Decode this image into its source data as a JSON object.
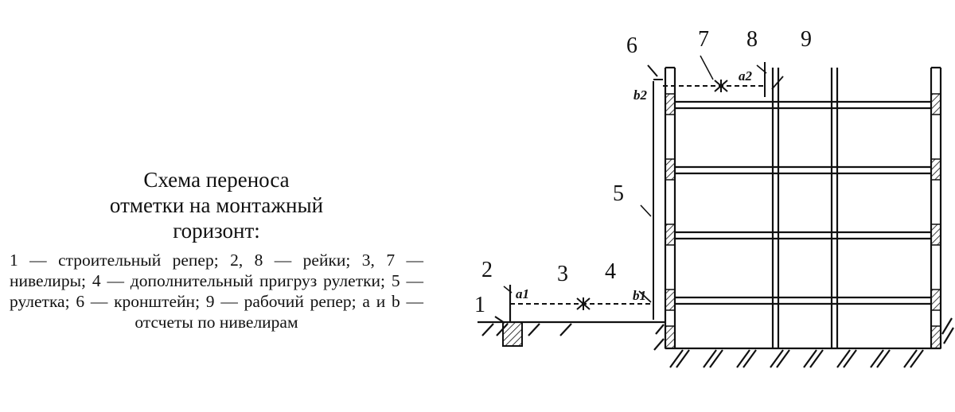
{
  "caption": {
    "title_lines": [
      "Схема переноса",
      "отметки на монтажный",
      "горизонт:"
    ],
    "legend": "1 — строительный репер; 2, 8 — рейки; 3, 7 — нивелиры; 4 — дополнительный пригруз рулетки; 5 — рулетка; 6 — кронштейн; 9 — рабочий репер; a и b — отсчеты по нивелирам"
  },
  "diagram": {
    "labels": {
      "n1": "1",
      "n2": "2",
      "n3": "3",
      "n4": "4",
      "n5": "5",
      "n6": "6",
      "n7": "7",
      "n8": "8",
      "n9": "9"
    },
    "readings": {
      "a1": "a1",
      "b1": "b1",
      "a2": "a2",
      "b2": "b2"
    }
  }
}
